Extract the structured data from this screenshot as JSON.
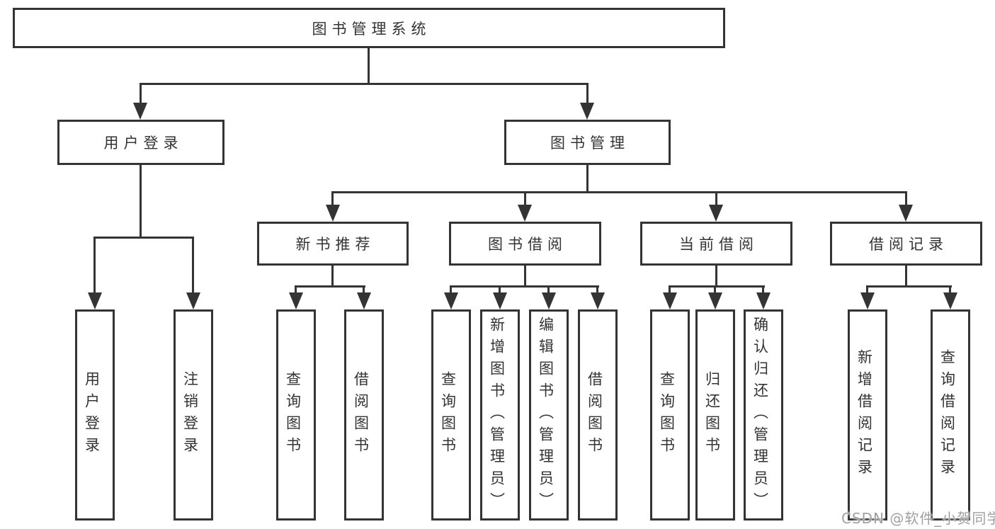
{
  "diagram": {
    "title": "图书管理系统",
    "root": {
      "label": "图书管理系统"
    },
    "level2": {
      "user_login": {
        "label": "用户登录"
      },
      "book_management": {
        "label": "图书管理"
      }
    },
    "level3": {
      "new_book_recommend": {
        "label": "新书推荐"
      },
      "book_borrow": {
        "label": "图书借阅"
      },
      "current_borrow": {
        "label": "当前借阅"
      },
      "borrow_records": {
        "label": "借阅记录"
      }
    },
    "leaves": {
      "user_login": {
        "label": "用户登录"
      },
      "logout": {
        "label": "注销登录"
      },
      "recommend_query_book": {
        "label": "查询图书"
      },
      "recommend_borrow_book": {
        "label": "借阅图书"
      },
      "borrow_query_book": {
        "label": "查询图书"
      },
      "borrow_add_book": {
        "label": "新增图书（管理员）"
      },
      "borrow_edit_book": {
        "label": "编辑图书（管理员）"
      },
      "borrow_borrow_book": {
        "label": "借阅图书"
      },
      "current_query_book": {
        "label": "查询图书"
      },
      "current_return_book": {
        "label": "归还图书"
      },
      "current_confirm_return": {
        "label": "确认归还（管理员）"
      },
      "records_add_record": {
        "label": "新增借阅记录"
      },
      "records_query_record": {
        "label": "查询借阅记录"
      }
    }
  },
  "watermark": {
    "text": "CSDN @软件_小贺同学"
  },
  "colors": {
    "line": "#343434",
    "text": "#333333",
    "watermark": "#a0a0a0",
    "background": "#ffffff"
  }
}
